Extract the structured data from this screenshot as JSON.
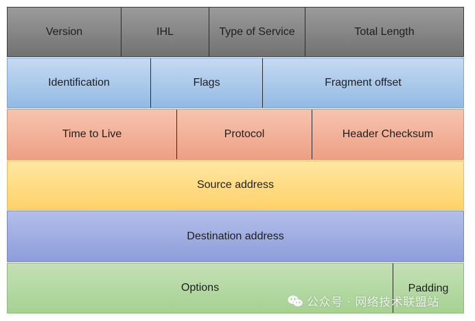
{
  "rows": [
    {
      "cells": [
        {
          "label": "Version"
        },
        {
          "label": "IHL"
        },
        {
          "label": "Type of Service"
        },
        {
          "label": "Total Length"
        }
      ]
    },
    {
      "cells": [
        {
          "label": "Identification"
        },
        {
          "label": "Flags"
        },
        {
          "label": "Fragment offset"
        }
      ]
    },
    {
      "cells": [
        {
          "label": "Time to Live"
        },
        {
          "label": "Protocol"
        },
        {
          "label": "Header Checksum"
        }
      ]
    },
    {
      "cells": [
        {
          "label": "Source address"
        }
      ]
    },
    {
      "cells": [
        {
          "label": "Destination address"
        }
      ]
    },
    {
      "cells": [
        {
          "label": "Options"
        },
        {
          "label": "Padding"
        }
      ]
    }
  ],
  "watermark": {
    "text": "公众号 · 网络技术联盟站",
    "icon": "wechat-icon"
  },
  "colors": {
    "row1": "#8a8a8a",
    "row2": "#a9c8ea",
    "row3": "#f2b095",
    "row4": "#fedd82",
    "row5": "#9eaee0",
    "row6": "#b5d9a4"
  }
}
